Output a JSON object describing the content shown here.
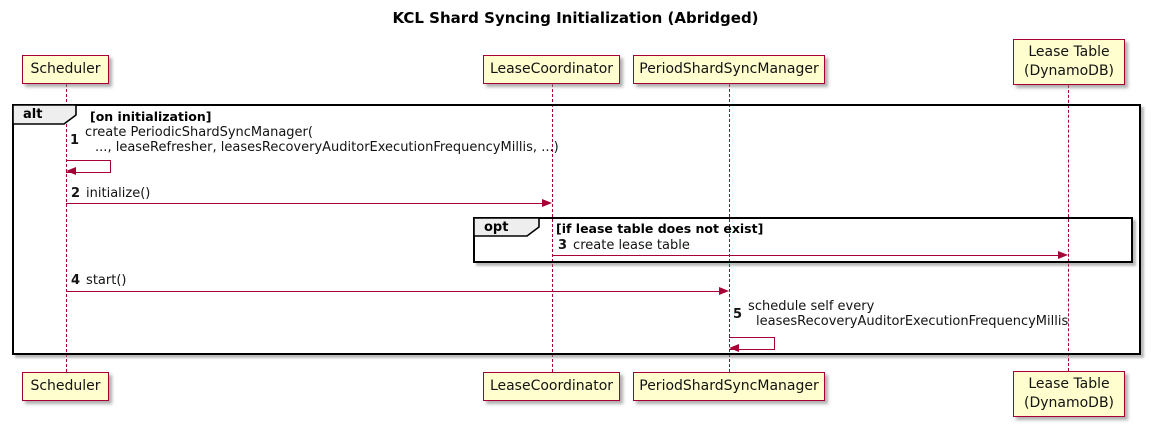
{
  "title": "KCL Shard Syncing Initialization (Abridged)",
  "colors": {
    "participant_fill": "#FEFECE",
    "participant_border": "#A80036",
    "arrow": "#A80036",
    "lifeline": "#A80036",
    "frame_border": "#000000",
    "frame_label_fill": "#EEEEEE"
  },
  "participants": [
    {
      "lines": [
        "Scheduler"
      ]
    },
    {
      "lines": [
        "LeaseCoordinator"
      ]
    },
    {
      "lines": [
        "PeriodShardSyncManager"
      ]
    },
    {
      "lines": [
        "Lease Table",
        "(DynamoDB)"
      ]
    }
  ],
  "frames": [
    {
      "operator": "alt",
      "guard": "[on initialization]"
    },
    {
      "operator": "opt",
      "guard": "[if lease table does not exist]"
    }
  ],
  "messages": [
    {
      "num": "1",
      "kind": "self",
      "from": "Scheduler",
      "to": "Scheduler",
      "lines": [
        "create PeriodicShardSyncManager(",
        "..., leaseRefresher, leasesRecoveryAuditorExecutionFrequencyMillis, ...)"
      ]
    },
    {
      "num": "2",
      "kind": "solid",
      "from": "Scheduler",
      "to": "LeaseCoordinator",
      "lines": [
        "initialize()"
      ]
    },
    {
      "num": "3",
      "kind": "solid",
      "from": "LeaseCoordinator",
      "to": "Lease Table (DynamoDB)",
      "lines": [
        "create lease table"
      ]
    },
    {
      "num": "4",
      "kind": "solid",
      "from": "Scheduler",
      "to": "PeriodShardSyncManager",
      "lines": [
        "start()"
      ]
    },
    {
      "num": "5",
      "kind": "self",
      "from": "PeriodShardSyncManager",
      "to": "PeriodShardSyncManager",
      "lines": [
        "schedule self every",
        "leasesRecoveryAuditorExecutionFrequencyMillis"
      ]
    }
  ]
}
